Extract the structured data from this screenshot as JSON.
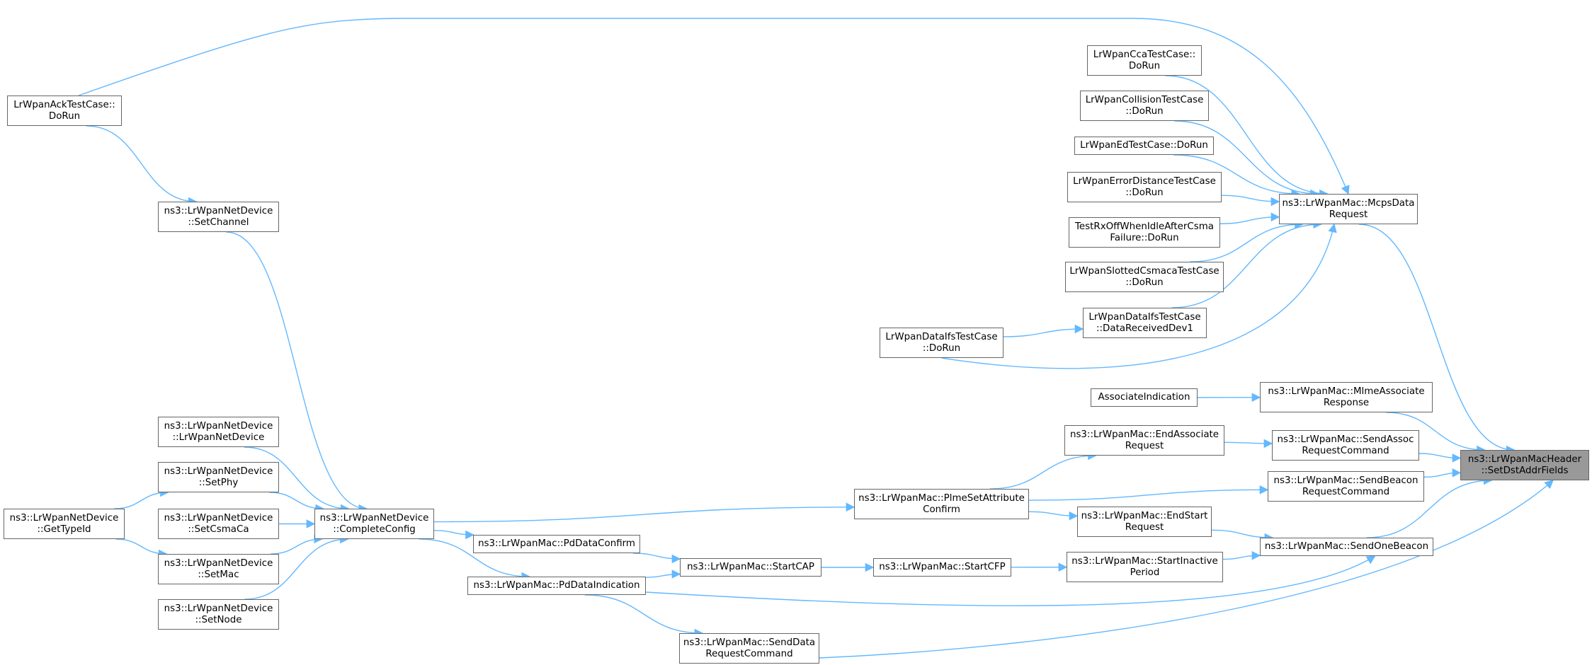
{
  "diagram": {
    "edge_color": "#63b8ff",
    "root_fill": "#999999",
    "node_border": "#666666",
    "nodes": [
      {
        "id": "root",
        "lines": [
          "ns3::LrWpanMacHeader",
          "::SetDstAddrFields"
        ],
        "root": true
      },
      {
        "id": "mcps",
        "lines": [
          "ns3::LrWpanMac::McpsData",
          "Request"
        ]
      },
      {
        "id": "ack",
        "lines": [
          "LrWpanAckTestCase::",
          "DoRun"
        ]
      },
      {
        "id": "cca",
        "lines": [
          "LrWpanCcaTestCase::",
          "DoRun"
        ]
      },
      {
        "id": "coll",
        "lines": [
          "LrWpanCollisionTestCase",
          "::DoRun"
        ]
      },
      {
        "id": "ed",
        "lines": [
          "LrWpanEdTestCase::DoRun"
        ]
      },
      {
        "id": "errd",
        "lines": [
          "LrWpanErrorDistanceTestCase",
          "::DoRun"
        ]
      },
      {
        "id": "rxoff",
        "lines": [
          "TestRxOffWhenIdleAfterCsma",
          "Failure::DoRun"
        ]
      },
      {
        "id": "slot",
        "lines": [
          "LrWpanSlottedCsmacaTestCase",
          "::DoRun"
        ]
      },
      {
        "id": "ifsdev",
        "lines": [
          "LrWpanDataIfsTestCase",
          "::DataReceivedDev1"
        ]
      },
      {
        "id": "ifsrun",
        "lines": [
          "LrWpanDataIfsTestCase",
          "::DoRun"
        ]
      },
      {
        "id": "mlmeresp",
        "lines": [
          "ns3::LrWpanMac::MlmeAssociate",
          "Response"
        ]
      },
      {
        "id": "assocind",
        "lines": [
          "AssociateIndication"
        ]
      },
      {
        "id": "sendassoc",
        "lines": [
          "ns3::LrWpanMac::SendAssoc",
          "RequestCommand"
        ]
      },
      {
        "id": "endassoc",
        "lines": [
          "ns3::LrWpanMac::EndAssociate",
          "Request"
        ]
      },
      {
        "id": "sendbeacon",
        "lines": [
          "ns3::LrWpanMac::SendBeacon",
          "RequestCommand"
        ]
      },
      {
        "id": "plme",
        "lines": [
          "ns3::LrWpanMac::PlmeSetAttribute",
          "Confirm"
        ]
      },
      {
        "id": "endstart",
        "lines": [
          "ns3::LrWpanMac::EndStart",
          "Request"
        ]
      },
      {
        "id": "oneb",
        "lines": [
          "ns3::LrWpanMac::SendOneBeacon"
        ]
      },
      {
        "id": "inact",
        "lines": [
          "ns3::LrWpanMac::StartInactive",
          "Period"
        ]
      },
      {
        "id": "cfp",
        "lines": [
          "ns3::LrWpanMac::StartCFP"
        ]
      },
      {
        "id": "cap",
        "lines": [
          "ns3::LrWpanMac::StartCAP"
        ]
      },
      {
        "id": "pdconf",
        "lines": [
          "ns3::LrWpanMac::PdDataConfirm"
        ]
      },
      {
        "id": "pdind",
        "lines": [
          "ns3::LrWpanMac::PdDataIndication"
        ]
      },
      {
        "id": "senddata",
        "lines": [
          "ns3::LrWpanMac::SendData",
          "RequestCommand"
        ]
      },
      {
        "id": "complete",
        "lines": [
          "ns3::LrWpanNetDevice",
          "::CompleteConfig"
        ]
      },
      {
        "id": "setchan",
        "lines": [
          "ns3::LrWpanNetDevice",
          "::SetChannel"
        ]
      },
      {
        "id": "ctor",
        "lines": [
          "ns3::LrWpanNetDevice",
          "::LrWpanNetDevice"
        ]
      },
      {
        "id": "setphy",
        "lines": [
          "ns3::LrWpanNetDevice",
          "::SetPhy"
        ]
      },
      {
        "id": "setcsma",
        "lines": [
          "ns3::LrWpanNetDevice",
          "::SetCsmaCa"
        ]
      },
      {
        "id": "setmac",
        "lines": [
          "ns3::LrWpanNetDevice",
          "::SetMac"
        ]
      },
      {
        "id": "setnode",
        "lines": [
          "ns3::LrWpanNetDevice",
          "::SetNode"
        ]
      },
      {
        "id": "gettype",
        "lines": [
          "ns3::LrWpanNetDevice",
          "::GetTypeId"
        ]
      }
    ],
    "edges": [
      [
        "mcps",
        "root"
      ],
      [
        "mlmeresp",
        "root"
      ],
      [
        "sendassoc",
        "root"
      ],
      [
        "sendbeacon",
        "root"
      ],
      [
        "oneb",
        "root"
      ],
      [
        "senddata",
        "root"
      ],
      [
        "ack",
        "mcps"
      ],
      [
        "cca",
        "mcps"
      ],
      [
        "coll",
        "mcps"
      ],
      [
        "ed",
        "mcps"
      ],
      [
        "errd",
        "mcps"
      ],
      [
        "rxoff",
        "mcps"
      ],
      [
        "slot",
        "mcps"
      ],
      [
        "ifsdev",
        "mcps"
      ],
      [
        "ifsrun",
        "mcps"
      ],
      [
        "ifsrun",
        "ifsdev"
      ],
      [
        "assocind",
        "mlmeresp"
      ],
      [
        "endassoc",
        "sendassoc"
      ],
      [
        "plme",
        "endassoc"
      ],
      [
        "plme",
        "sendbeacon"
      ],
      [
        "endstart",
        "oneb"
      ],
      [
        "inact",
        "oneb"
      ],
      [
        "pdind",
        "oneb"
      ],
      [
        "plme",
        "endstart"
      ],
      [
        "cfp",
        "inact"
      ],
      [
        "cap",
        "cfp"
      ],
      [
        "pdconf",
        "cap"
      ],
      [
        "pdind",
        "cap"
      ],
      [
        "complete",
        "plme"
      ],
      [
        "complete",
        "pdconf"
      ],
      [
        "complete",
        "pdind"
      ],
      [
        "pdind",
        "senddata"
      ],
      [
        "setchan",
        "complete"
      ],
      [
        "ctor",
        "complete"
      ],
      [
        "setphy",
        "complete"
      ],
      [
        "setcsma",
        "complete"
      ],
      [
        "setmac",
        "complete"
      ],
      [
        "setnode",
        "complete"
      ],
      [
        "ack",
        "setchan"
      ],
      [
        "gettype",
        "setphy"
      ],
      [
        "gettype",
        "setmac"
      ]
    ]
  }
}
